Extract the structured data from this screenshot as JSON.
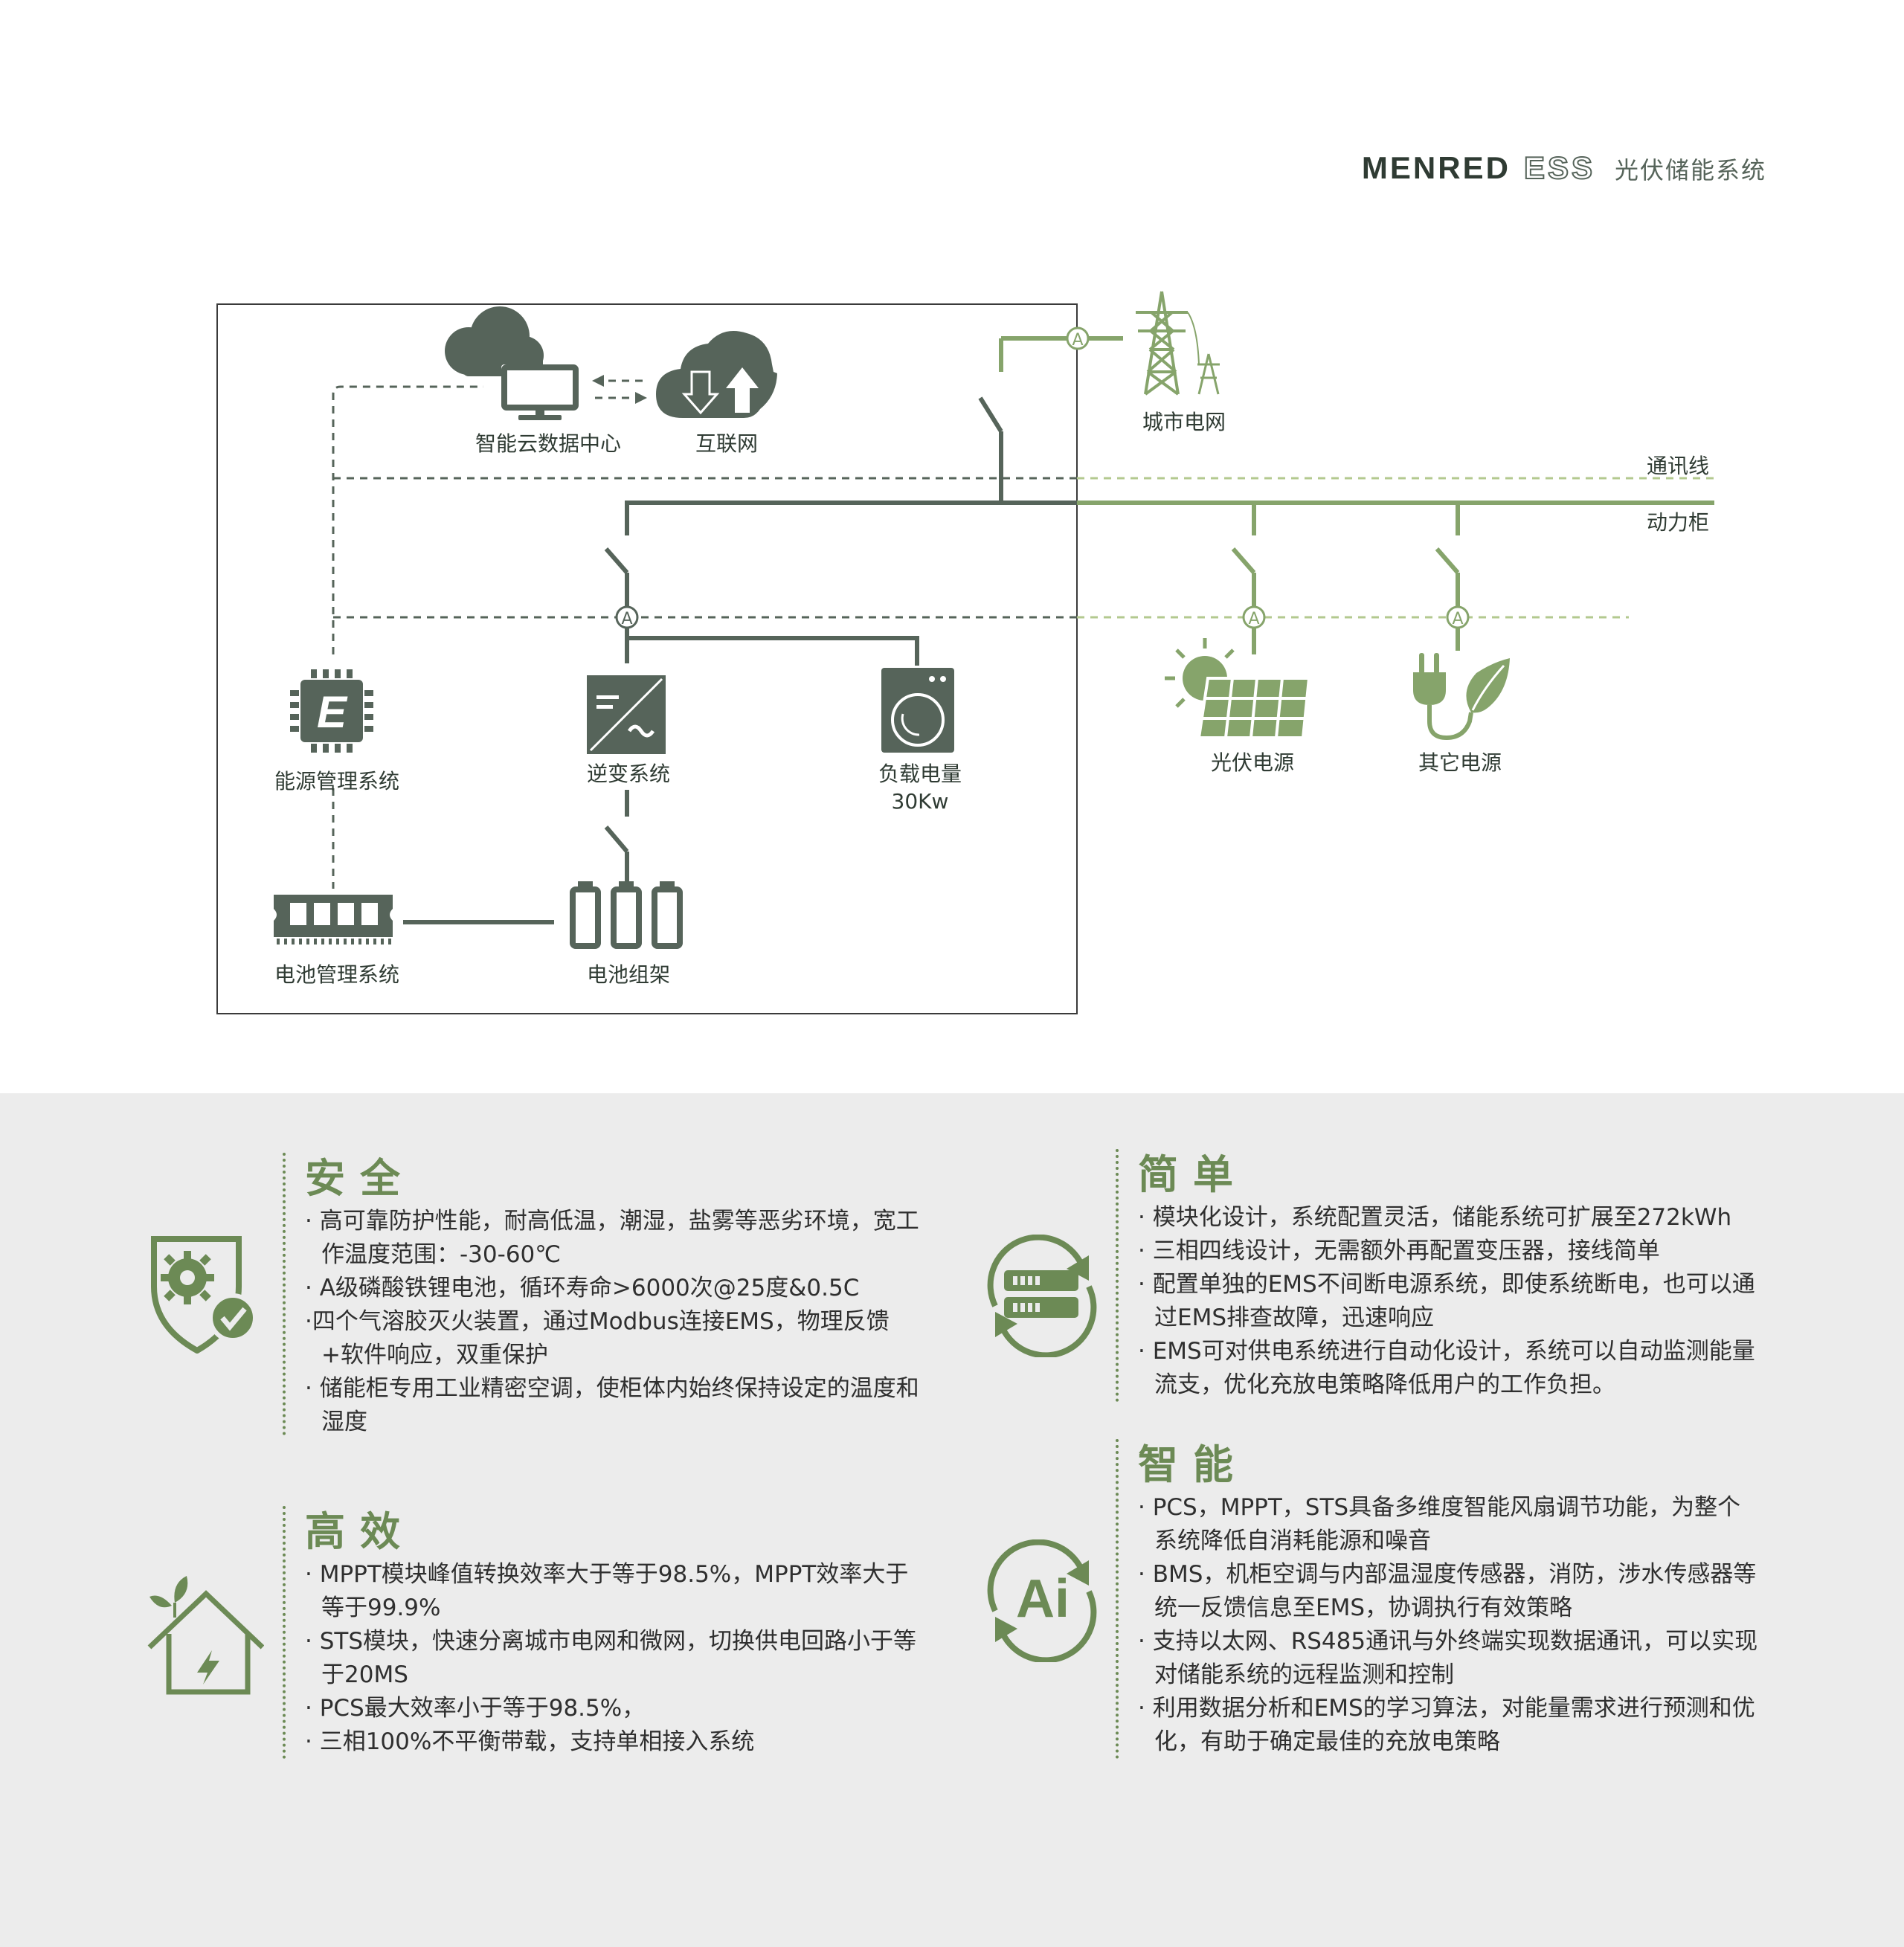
{
  "header": {
    "brand_primary": "MENRED",
    "brand_secondary": "ESS",
    "brand_subtitle": "光伏储能系统"
  },
  "diagram": {
    "cloud_center": "智能云数据中心",
    "internet": "互联网",
    "city_grid": "城市电网",
    "comm_line": "通讯线",
    "power_cabinet": "动力柜",
    "meter_symbol": "A",
    "ems": "能源管理系统",
    "ems_chip_letter": "E",
    "inverter": "逆变系统",
    "load": "负载电量",
    "load_value": "30Kw",
    "pv_source": "光伏电源",
    "other_source": "其它电源",
    "bms": "电池管理系统",
    "battery_rack": "电池组架"
  },
  "colors": {
    "dark_green": "#56645a",
    "light_green": "#86a46b",
    "dashed_light": "#b3c98f",
    "title_green": "#6c8a55",
    "panel_bg": "#ececec"
  },
  "features": {
    "safety": {
      "title": "安全",
      "icon": "shield-gear-check-icon",
      "items": [
        "· 高可靠防护性能，耐高低温，潮湿，盐雾等恶劣环境，宽工作温度范围：-30-60℃",
        "· A级磷酸铁锂电池，循环寿命>6000次@25度&0.5C",
        "·四个气溶胶灭火装置，通过Modbus连接EMS，物理反馈+软件响应，双重保护",
        "· 储能柜专用工业精密空调，使柜体内始终保持设定的温度和湿度"
      ]
    },
    "efficiency": {
      "title": "高效",
      "icon": "green-house-bolt-icon",
      "items": [
        "· MPPT模块峰值转换效率大于等于98.5%，MPPT效率大于等于99.9%",
        "· STS模块，快速分离城市电网和微网，切换供电回路小于等于20MS",
        "· PCS最大效率小于等于98.5%，",
        "· 三相100%不平衡带载，支持单相接入系统"
      ]
    },
    "simple": {
      "title": "简单",
      "icon": "server-refresh-icon",
      "items": [
        "· 模块化设计，系统配置灵活，储能系统可扩展至272kWh",
        "· 三相四线设计，无需额外再配置变压器，接线简单",
        "· 配置单独的EMS不间断电源系统，即使系统断电，也可以通过EMS排查故障，迅速响应",
        "· EMS可对供电系统进行自动化设计，系统可以自动监测能量流支，优化充放电策略降低用户的工作负担。"
      ]
    },
    "smart": {
      "title": "智能",
      "icon": "ai-refresh-icon",
      "icon_text": "Ai",
      "items": [
        "· PCS，MPPT，STS具备多维度智能风扇调节功能，为整个系统降低自消耗能源和噪音",
        "· BMS，机柜空调与内部温湿度传感器，消防，涉水传感器等统一反馈信息至EMS，协调执行有效策略",
        "· 支持以太网、RS485通讯与外终端实现数据通讯，可以实现对储能系统的远程监测和控制",
        "· 利用数据分析和EMS的学习算法，对能量需求进行预测和优化，有助于确定最佳的充放电策略"
      ]
    }
  }
}
